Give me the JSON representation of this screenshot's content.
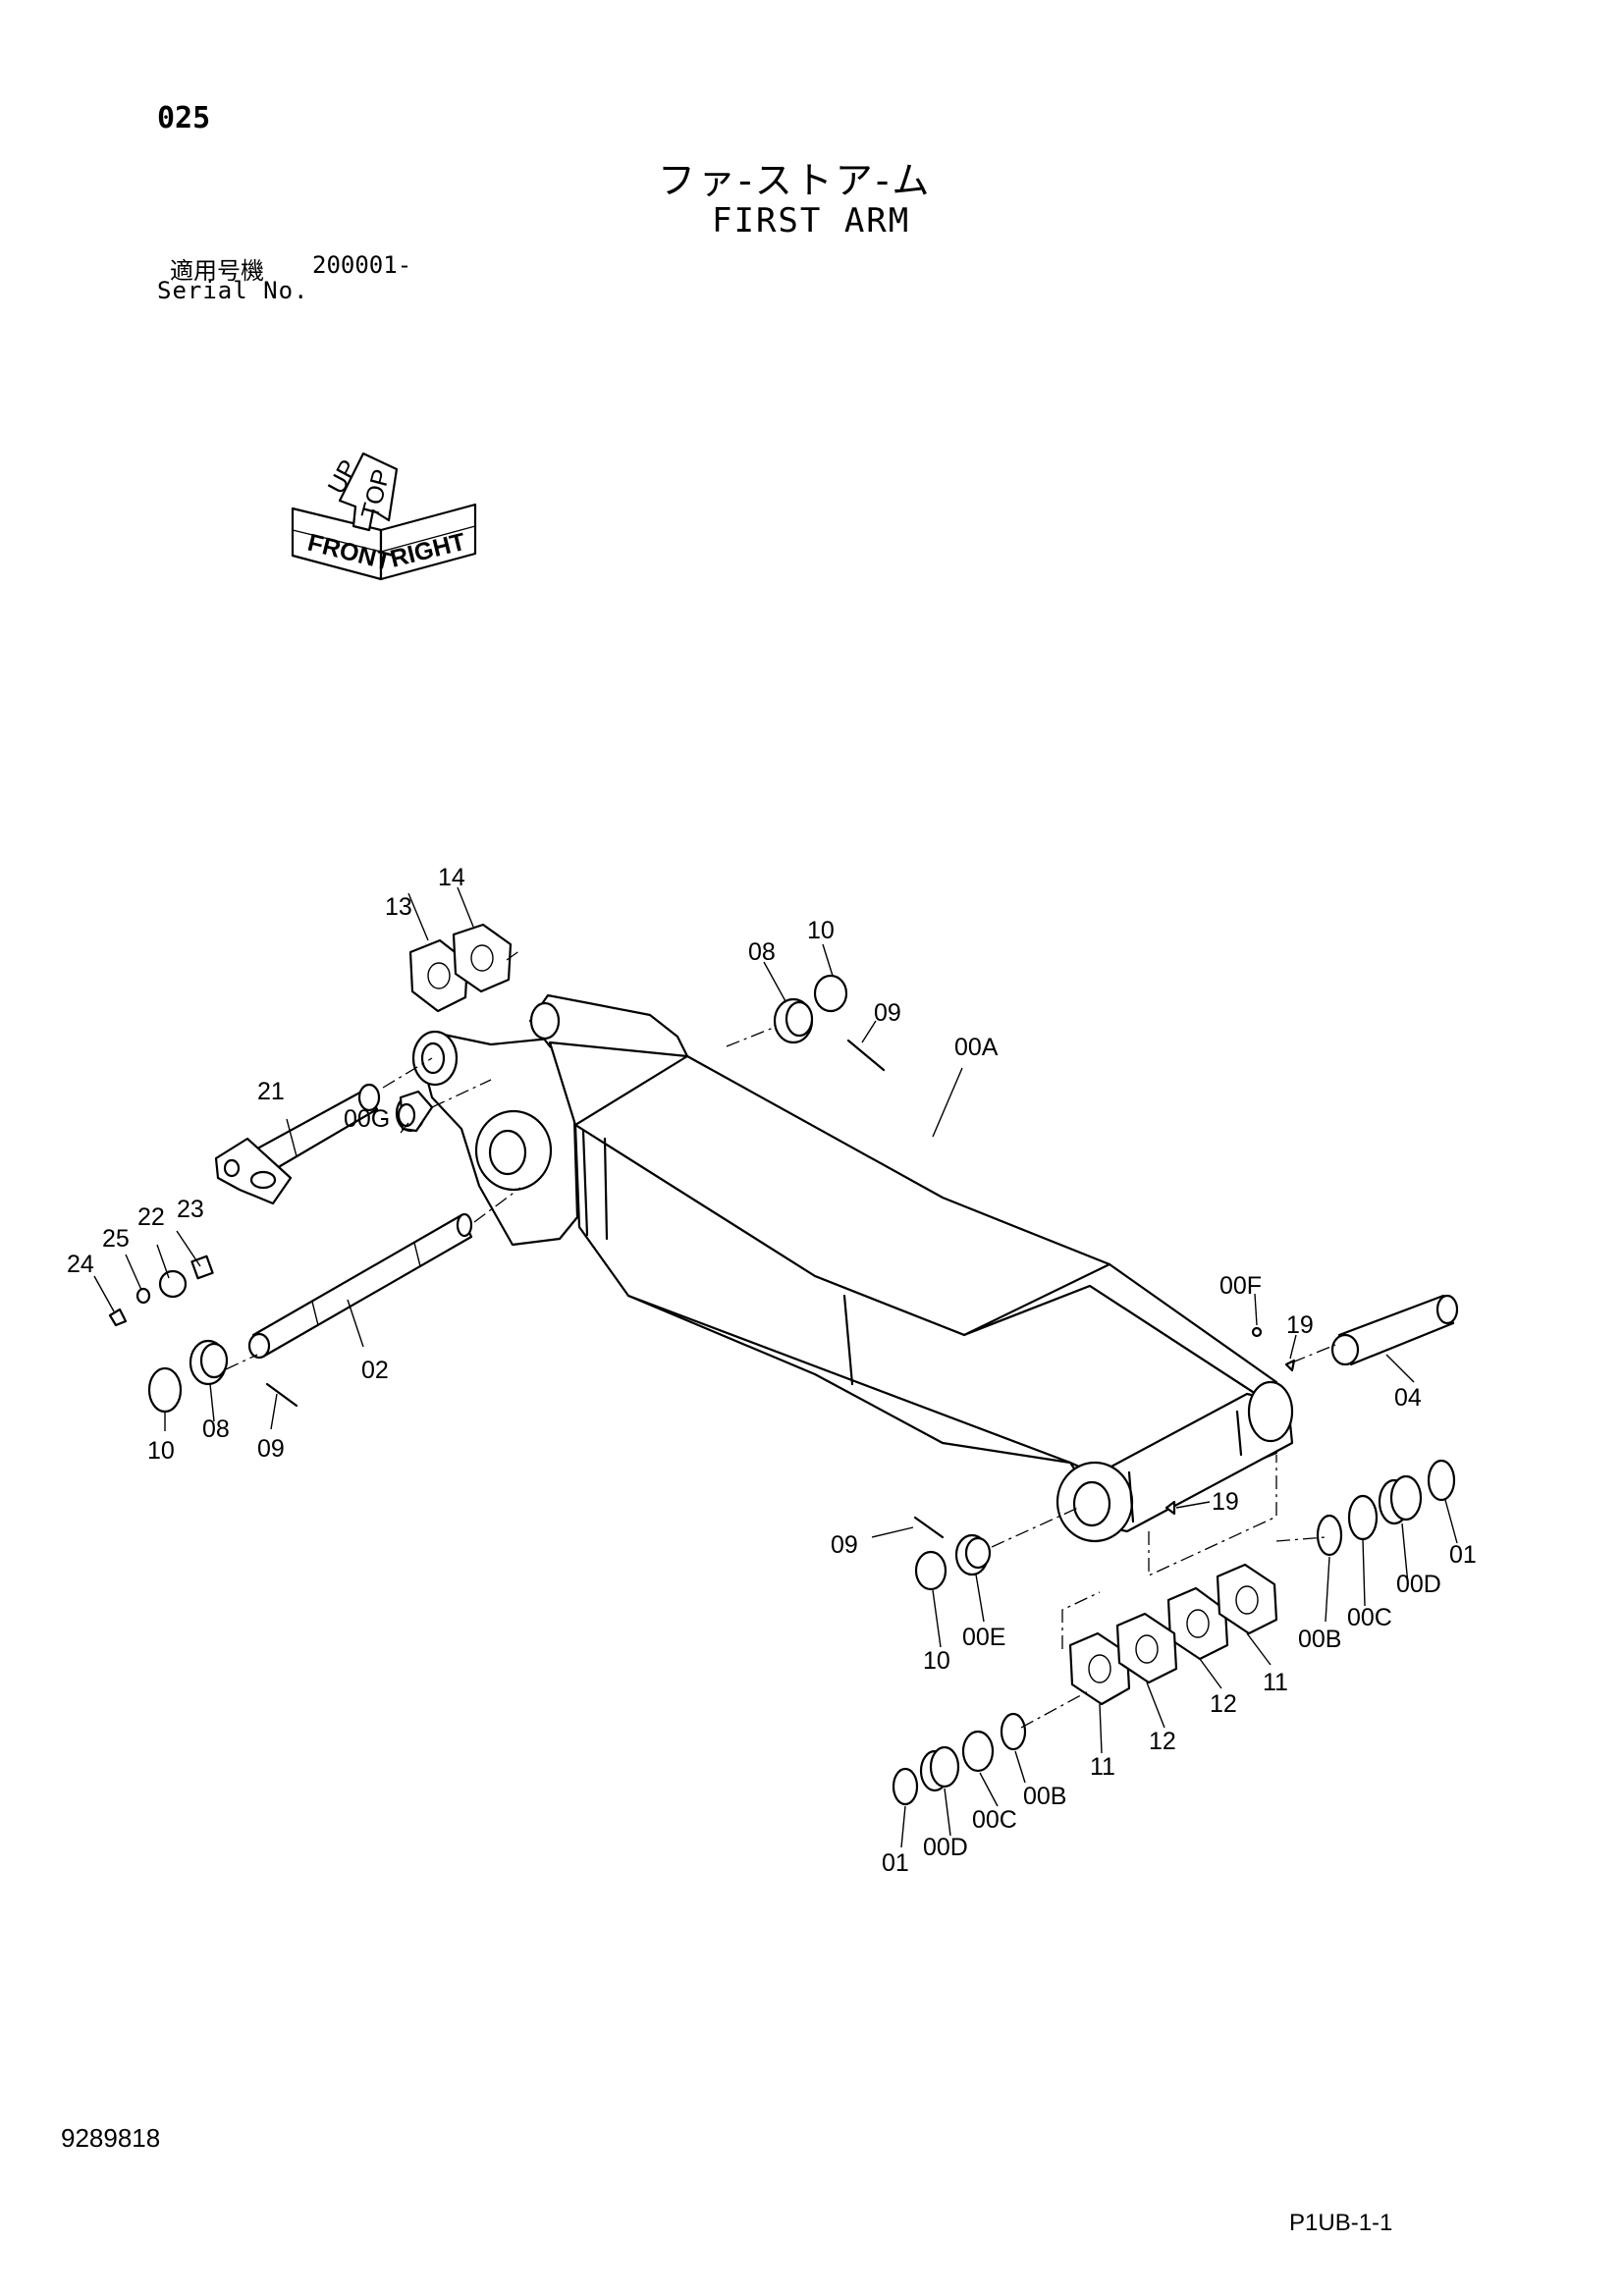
{
  "header": {
    "page_number": "025",
    "title_jp": "ファ-ストア-ム",
    "title_en": "FIRST ARM",
    "serial_label_jp": "適用号機",
    "serial_range": "200001-",
    "serial_label_en": "Serial No."
  },
  "orientation": {
    "up_label": "UP",
    "top_label": "TOP",
    "front_label": "FRONT",
    "right_label": "RIGHT"
  },
  "callouts": {
    "c00A": "00A",
    "c00G": "00G",
    "c00F": "00F",
    "c00E": "00E",
    "c00B_r": "00B",
    "c00C_r": "00C",
    "c00D_r": "00D",
    "c01_r": "01",
    "c00B_b": "00B",
    "c00C_b": "00C",
    "c00D_b": "00D",
    "c01_b": "01",
    "c02": "02",
    "c04": "04",
    "c08_t": "08",
    "c08_l": "08",
    "c09_t": "09",
    "c09_l": "09",
    "c09_m": "09",
    "c10_t": "10",
    "c10_l": "10",
    "c10_m": "10",
    "c11_r": "11",
    "c11_b": "11",
    "c12_r": "12",
    "c12_b": "12",
    "c13": "13",
    "c14": "14",
    "c19_a": "19",
    "c19_b": "19",
    "c21": "21",
    "c22": "22",
    "c23": "23",
    "c24": "24",
    "c25": "25"
  },
  "footer": {
    "doc_number": "9289818",
    "page_code": "P1UB-1-1"
  }
}
